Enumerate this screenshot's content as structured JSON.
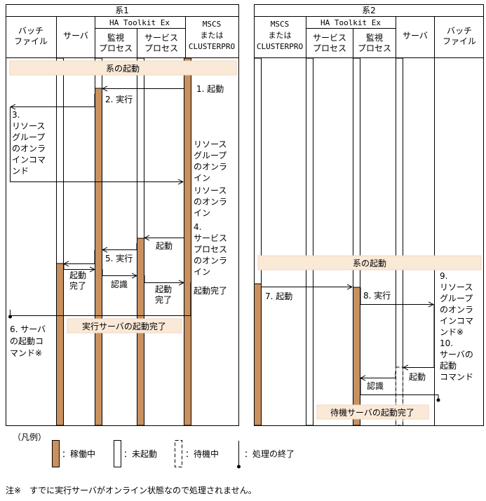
{
  "sys1": {
    "title": "系1",
    "col_batch": [
      "バッチ",
      "ファイル"
    ],
    "col_server": "サーバ",
    "ha": "HA Toolkit Ex",
    "col_monitor": [
      "監視",
      "プロセス"
    ],
    "col_service": [
      "サービス",
      "プロセス"
    ],
    "col_cluster": [
      "MSCS",
      "または",
      "CLUSTERPRO"
    ],
    "band_start": "系の起動",
    "m1": "1. 起動",
    "m2": "2. 実行",
    "m3": [
      "3.",
      "リソース",
      "グループ",
      "のオンラ",
      "インコマ",
      "ンド"
    ],
    "m3r": [
      "リソース",
      "グループ",
      "のオンラ",
      "イン"
    ],
    "m3r2": [
      "リソース",
      "のオンラ",
      "イン"
    ],
    "m4": [
      "4.",
      "サービス",
      "プロセス",
      "のオンラ",
      "イン"
    ],
    "m_start_svc": "起動",
    "m5": "5. 実行",
    "m_start_done1": [
      "起動",
      "完了"
    ],
    "m_recog": "認識",
    "m_start_done2": [
      "起動",
      "完了"
    ],
    "m_start_done3": "起動完了",
    "m6": [
      "6. サーバ",
      "の起動コ",
      "マンド※"
    ],
    "band_exec_done": "実行サーバの起動完了"
  },
  "sys2": {
    "title": "系2",
    "col_cluster": [
      "MSCS",
      "または",
      "CLUSTERPRO"
    ],
    "ha": "HA Toolkit Ex",
    "col_service": [
      "サービス",
      "プロセス"
    ],
    "col_monitor": [
      "監視",
      "プロセス"
    ],
    "col_server": "サーバ",
    "col_batch": [
      "バッチ",
      "ファイル"
    ],
    "band_start": "系の起動",
    "m7": "7. 起動",
    "m8": "8. 実行",
    "m9": [
      "9.",
      "リソース",
      "グループ",
      "のオンラ",
      "インコマ",
      "ンド※",
      "10.",
      "サーバの",
      "起動",
      "コマンド"
    ],
    "m_start": "起動",
    "m_recog": "認識",
    "band_standby_done": "待機サーバの起動完了"
  },
  "legend": {
    "title": "（凡例）",
    "running": "：稼働中",
    "not_started": "：未起動",
    "standby": "：待機中",
    "end": "：処理の終了"
  },
  "footnote": "注※　すでに実行サーバがオンライン状態なので処理されません。",
  "colors": {
    "active": "#c8915f",
    "band": "#fbe9d8"
  }
}
